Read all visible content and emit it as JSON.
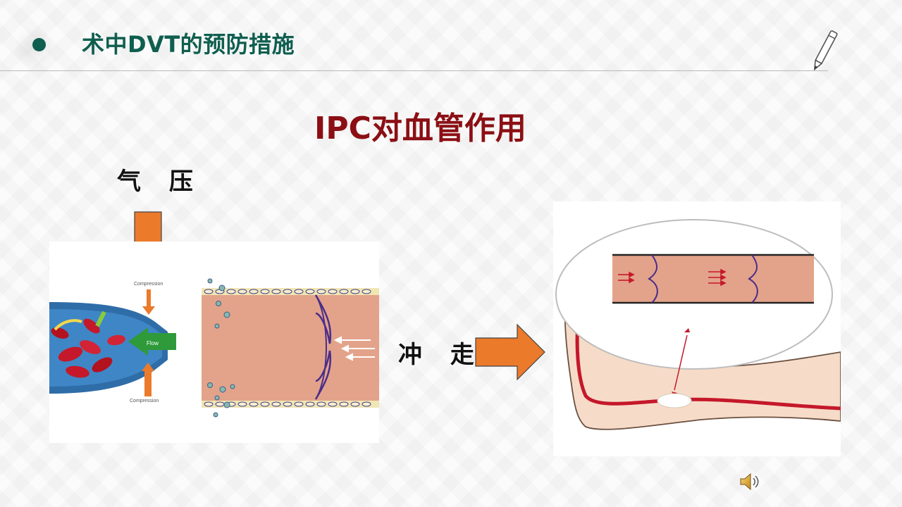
{
  "header": {
    "title": "术中DVT的预防措施",
    "accent_color": "#0f5e4f"
  },
  "main": {
    "title": "IPC对血管作用",
    "title_color": "#8b0f14"
  },
  "labels": {
    "pressure": "气 压",
    "flush": "冲 走"
  },
  "left_figure": {
    "top_label": "Compression",
    "bottom_label": "Compression",
    "flow_label": "Flow"
  },
  "colors": {
    "arrow_orange": "#ec7a2b",
    "vessel_pink": "#e3a38a",
    "vein_blue": "#2f6da8",
    "blood_red": "#c5182a"
  },
  "icons": {
    "header": "pen-icon",
    "footer": "speaker-icon"
  }
}
